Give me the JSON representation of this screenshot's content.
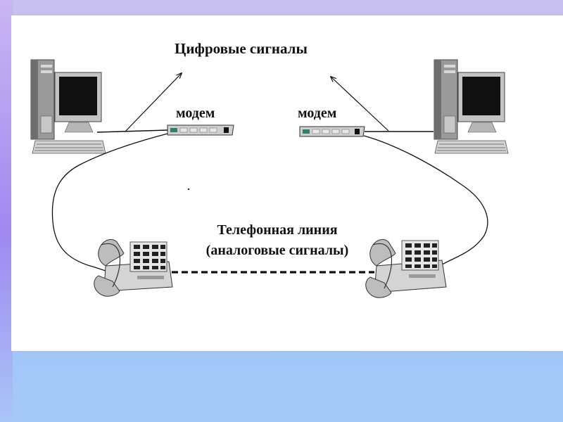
{
  "diagram": {
    "title": "Цифровые   сигналы",
    "modem_left_label": "модем",
    "modem_right_label": "модем",
    "phone_line_line1": "Телефонная линия",
    "phone_line_line2": "(аналоговые сигналы)"
  },
  "colors": {
    "background_top": "#c8c0f0",
    "background_bottom": "#a6caf8",
    "panel": "#ffffff",
    "line": "#111111",
    "device_gray": "#b8b8b8",
    "screen": "#101010"
  }
}
